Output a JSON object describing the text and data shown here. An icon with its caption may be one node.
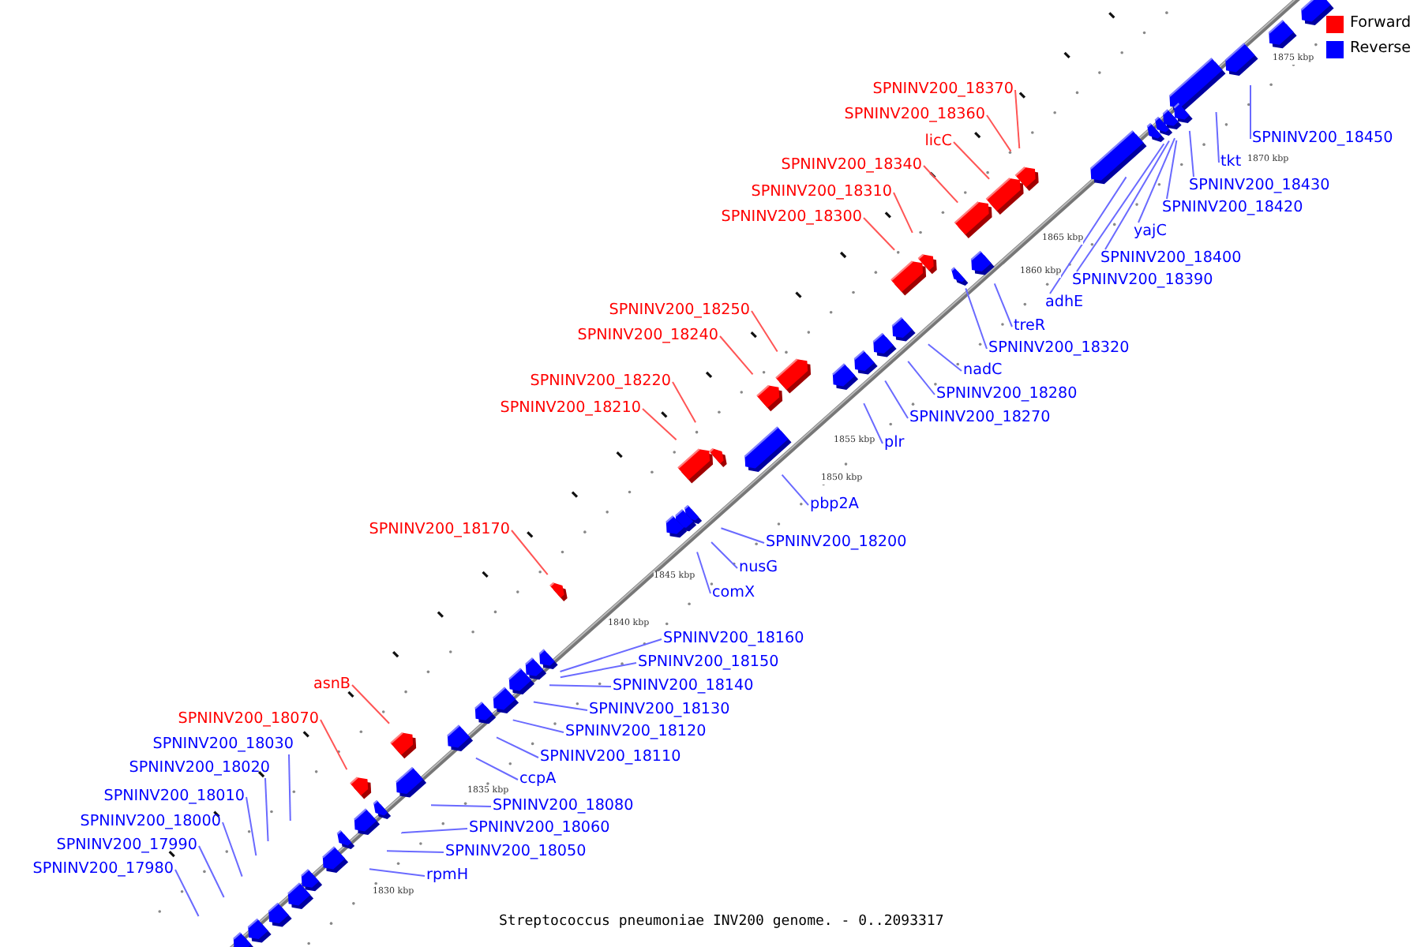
{
  "diagram": {
    "caption": "Streptococcus pneumoniae INV200 genome. - 0..2093317",
    "nodes": [
      {
        "text": [
          "SPNINV200_18370"
        ]
      },
      {
        "text": [
          "SPNINV200_18360"
        ]
      },
      {
        "text": [
          "licC"
        ]
      },
      {
        "text": [
          "SPNINV200_18340"
        ]
      },
      {
        "text": [
          "SPNINV200_18310"
        ]
      },
      {
        "text": [
          "SPNINV200_18300"
        ]
      },
      {
        "text": [
          "SPNINV200_18250"
        ]
      },
      {
        "text": [
          "SPNINV200_18240"
        ]
      },
      {
        "text": [
          "SPNINV200_18220"
        ]
      },
      {
        "text": [
          "SPNINV200_18210"
        ]
      },
      {
        "text": [
          "SPNINV200_18170"
        ]
      },
      {
        "text": [
          "asnB"
        ]
      },
      {
        "text": [
          "SPNINV200_18070"
        ]
      },
      {
        "text": [
          "SPNINV200_18450"
        ]
      },
      {
        "text": [
          "tkt"
        ]
      },
      {
        "text": [
          "SPNINV200_18430"
        ]
      },
      {
        "text": [
          "SPNINV200_18420"
        ]
      },
      {
        "text": [
          "yajC"
        ]
      },
      {
        "text": [
          "SPNINV200_18400"
        ]
      },
      {
        "text": [
          "SPNINV200_18390"
        ]
      },
      {
        "text": [
          "adhE"
        ]
      },
      {
        "text": [
          "treR"
        ]
      },
      {
        "text": [
          "SPNINV200_18320"
        ]
      },
      {
        "text": [
          "nadC"
        ]
      },
      {
        "text": [
          "SPNINV200_18280"
        ]
      },
      {
        "text": [
          "SPNINV200_18270"
        ]
      },
      {
        "text": [
          "plr"
        ]
      },
      {
        "text": [
          "pbp2A"
        ]
      },
      {
        "text": [
          "SPNINV200_18200"
        ]
      },
      {
        "text": [
          "nusG"
        ]
      },
      {
        "text": [
          "comX"
        ]
      },
      {
        "text": [
          "SPNINV200_18160"
        ]
      },
      {
        "text": [
          "SPNINV200_18150"
        ]
      },
      {
        "text": [
          "SPNINV200_18140"
        ]
      },
      {
        "text": [
          "SPNINV200_18130"
        ]
      },
      {
        "text": [
          "SPNINV200_18120"
        ]
      },
      {
        "text": [
          "SPNINV200_18110"
        ]
      },
      {
        "text": [
          "ccpA"
        ]
      },
      {
        "text": [
          "SPNINV200_18080"
        ]
      },
      {
        "text": [
          "SPNINV200_18060"
        ]
      },
      {
        "text": [
          "SPNINV200_18050"
        ]
      },
      {
        "text": [
          "rpmH"
        ]
      },
      {
        "text": [
          "SPNINV200_18030"
        ]
      },
      {
        "text": [
          "SPNINV200_18020"
        ]
      },
      {
        "text": [
          "SPNINV200_18010"
        ]
      },
      {
        "text": [
          "SPNINV200_18000"
        ]
      },
      {
        "text": [
          "SPNINV200_17990"
        ]
      },
      {
        "text": [
          "SPNINV200_17980"
        ]
      }
    ],
    "edges": [
      {
        "from": 0,
        "to": null,
        "arrow": "none",
        "color": "#ff5555"
      },
      {
        "from": 1,
        "to": null,
        "arrow": "none",
        "color": "#ff5555"
      },
      {
        "from": 2,
        "to": null,
        "arrow": "none",
        "color": "#ff5555"
      },
      {
        "from": 3,
        "to": null,
        "arrow": "none",
        "color": "#ff5555"
      },
      {
        "from": 4,
        "to": null,
        "arrow": "none",
        "color": "#ff5555"
      },
      {
        "from": 5,
        "to": null,
        "arrow": "none",
        "color": "#ff5555"
      },
      {
        "from": 6,
        "to": null,
        "arrow": "none",
        "color": "#ff5555"
      },
      {
        "from": 7,
        "to": null,
        "arrow": "none",
        "color": "#ff5555"
      },
      {
        "from": 8,
        "to": null,
        "arrow": "none",
        "color": "#ff5555"
      },
      {
        "from": 9,
        "to": null,
        "arrow": "none",
        "color": "#ff5555"
      },
      {
        "from": 10,
        "to": null,
        "arrow": "none",
        "color": "#ff5555"
      },
      {
        "from": 11,
        "to": null,
        "arrow": "none",
        "color": "#ff5555"
      },
      {
        "from": 12,
        "to": null,
        "arrow": "none",
        "color": "#ff5555"
      },
      {
        "from": 13,
        "to": null,
        "arrow": "none"
      },
      {
        "from": 14,
        "to": null,
        "arrow": "none"
      },
      {
        "from": 15,
        "to": null,
        "arrow": "none"
      },
      {
        "from": 16,
        "to": null,
        "arrow": "none"
      },
      {
        "from": 17,
        "to": null,
        "arrow": "none"
      },
      {
        "from": 18,
        "to": null,
        "arrow": "none"
      },
      {
        "from": 19,
        "to": null,
        "arrow": "none"
      },
      {
        "from": 20,
        "to": null,
        "arrow": "none"
      },
      {
        "from": 21,
        "to": null,
        "arrow": "none"
      },
      {
        "from": 22,
        "to": null,
        "arrow": "none"
      },
      {
        "from": 23,
        "to": null,
        "arrow": "none"
      },
      {
        "from": 24,
        "to": null,
        "arrow": "none"
      },
      {
        "from": 25,
        "to": null,
        "arrow": "none"
      },
      {
        "from": 26,
        "to": null,
        "arrow": "none"
      },
      {
        "from": 27,
        "to": null,
        "arrow": "none"
      },
      {
        "from": 28,
        "to": null,
        "arrow": "none"
      },
      {
        "from": 29,
        "to": null,
        "arrow": "none"
      },
      {
        "from": 30,
        "to": null,
        "arrow": "none"
      },
      {
        "from": 31,
        "to": null,
        "arrow": "none"
      },
      {
        "from": 32,
        "to": null,
        "arrow": "none"
      },
      {
        "from": 33,
        "to": null,
        "arrow": "none"
      },
      {
        "from": 34,
        "to": null,
        "arrow": "none"
      },
      {
        "from": 35,
        "to": null,
        "arrow": "none"
      },
      {
        "from": 36,
        "to": null,
        "arrow": "none"
      },
      {
        "from": 37,
        "to": null,
        "arrow": "none"
      },
      {
        "from": 38,
        "to": null,
        "arrow": "none"
      },
      {
        "from": 39,
        "to": null,
        "arrow": "none"
      },
      {
        "from": 40,
        "to": null,
        "arrow": "none"
      },
      {
        "from": 41,
        "to": null,
        "arrow": "none"
      },
      {
        "from": 42,
        "to": null,
        "arrow": "none"
      },
      {
        "from": 43,
        "to": null,
        "arrow": "none"
      },
      {
        "from": 44,
        "to": null,
        "arrow": "none"
      },
      {
        "from": 45,
        "to": null,
        "arrow": "none"
      },
      {
        "from": 46,
        "to": null,
        "arrow": "none"
      },
      {
        "from": 47,
        "to": null,
        "arrow": "none"
      }
    ],
    "labels": [
      "1830 kbp",
      "1835 kbp",
      "1840 kbp",
      "1845 kbp",
      "1850 kbp",
      "1855 kbp",
      "1860 kbp",
      "1865 kbp",
      "1870 kbp",
      "1875 kbp"
    ],
    "legend": [
      {
        "text": "Forward",
        "color": "#ff0000"
      },
      {
        "text": "Reverse",
        "color": "#0000ff"
      }
    ]
  }
}
